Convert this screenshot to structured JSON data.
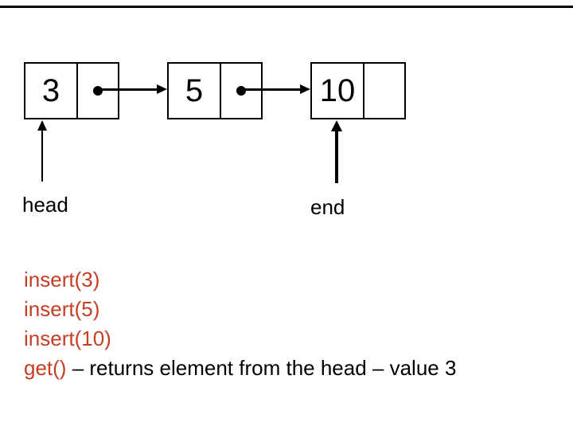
{
  "slide": {
    "background": "#ffffff",
    "rule_color": "#000000",
    "accent_color": "#c53e24"
  },
  "diagram": {
    "nodes": [
      {
        "value": "3"
      },
      {
        "value": "5"
      },
      {
        "value": "10"
      }
    ],
    "labels": {
      "head": "head",
      "end": "end"
    }
  },
  "code": {
    "lines": [
      {
        "text": "insert(3)"
      },
      {
        "text": "insert(5)"
      },
      {
        "text": "insert(10)"
      }
    ],
    "line4": {
      "call": "get()",
      "comment": " – returns element from the head – value 3"
    }
  }
}
